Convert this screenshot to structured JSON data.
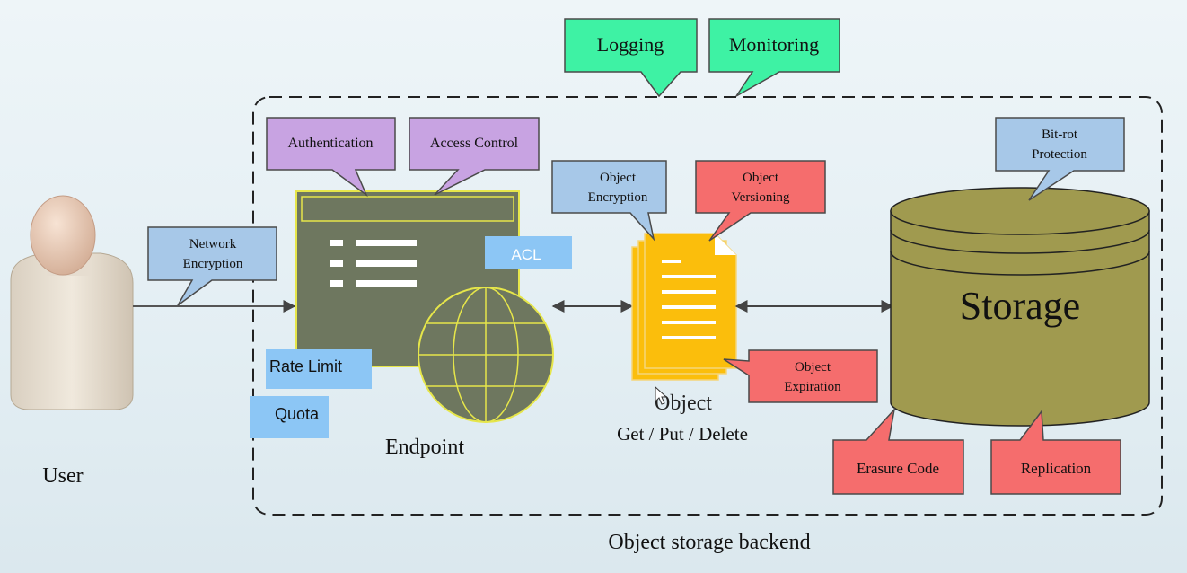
{
  "labels": {
    "user": "User",
    "endpoint": "Endpoint",
    "object": "Object",
    "object_ops": "Get / Put / Delete",
    "storage": "Storage",
    "backend": "Object storage backend"
  },
  "callouts": {
    "logging": "Logging",
    "monitoring": "Monitoring",
    "authentication": "Authentication",
    "access_control": "Access Control",
    "network_encryption": [
      "Network",
      "Encryption"
    ],
    "object_encryption": [
      "Object",
      "Encryption"
    ],
    "object_versioning": [
      "Object",
      "Versioning"
    ],
    "object_expiration": [
      "Object",
      "Expiration"
    ],
    "bitrot_protection": [
      "Bit-rot",
      "Protection"
    ],
    "erasure_code": "Erasure Code",
    "replication": "Replication"
  },
  "tags": {
    "acl": "ACL",
    "rate_limit": "Rate Limit",
    "quota": "Quota"
  },
  "colors": {
    "green": "#3ef2a4",
    "purple": "#c8a3e2",
    "blue": "#a7c8e8",
    "red": "#f56d6d",
    "tag_blue": "#8cc6f5",
    "endpoint_panel": "#6e775f",
    "endpoint_border": "#e6e64a",
    "object_doc": "#fbbe0c",
    "storage_body": "#a09a4f"
  }
}
